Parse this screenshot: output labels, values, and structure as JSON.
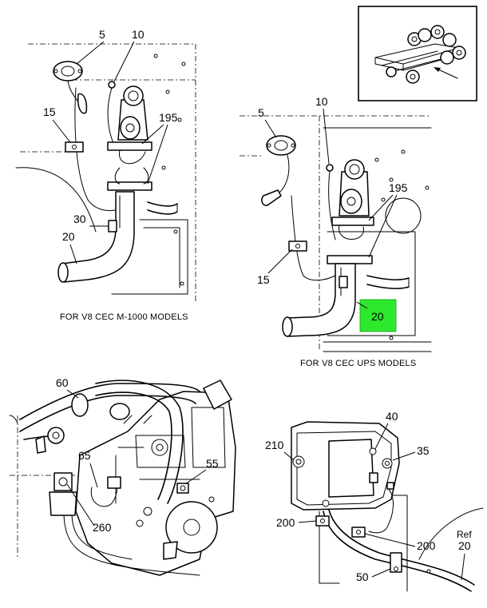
{
  "callouts": {
    "top_left": {
      "c5": "5",
      "c10": "10",
      "c15": "15",
      "c195": "195",
      "c30": "30",
      "c20": "20"
    },
    "top_right": {
      "c10": "10",
      "c5": "5",
      "c195": "195",
      "c15": "15",
      "c20": "20"
    },
    "bottom_left": {
      "c60": "60",
      "c65": "65",
      "c55": "55",
      "c260": "260"
    },
    "bottom_right": {
      "c40": "40",
      "c210": "210",
      "c35": "35",
      "c200a": "200",
      "c200b": "200",
      "c50": "50",
      "ref": "Ref",
      "ref20": "20"
    }
  },
  "captions": {
    "m1000": "FOR V8 CEC M-1000 MODELS",
    "ups": "FOR V8 CEC UPS MODELS"
  },
  "colors": {
    "highlight": "#2ee82e",
    "line": "#000000"
  }
}
